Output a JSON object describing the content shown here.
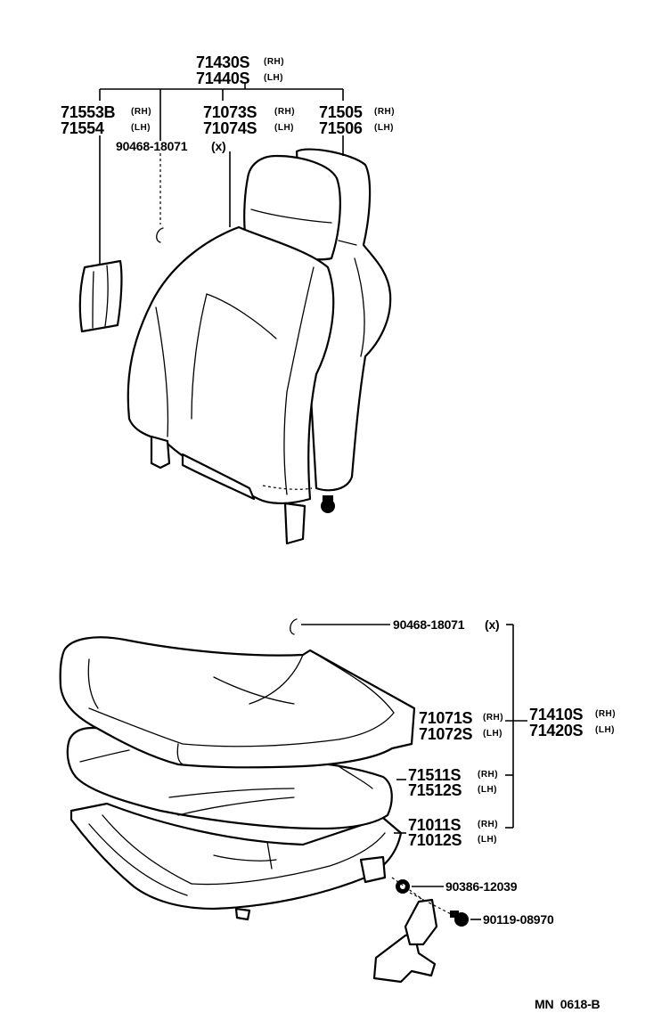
{
  "diagram_code": "MN  0618-B",
  "callouts": {
    "seat_back_assy": {
      "rh": "71430S",
      "rh_tag": "(RH)",
      "lh": "71440S",
      "lh_tag": "(LH)"
    },
    "back_board": {
      "rh": "71553B",
      "rh_tag": "(RH)",
      "lh": "71554",
      "lh_tag": "(LH)"
    },
    "back_cover": {
      "rh": "71073S",
      "rh_tag": "(RH)",
      "lh": "71074S",
      "lh_tag": "(LH)"
    },
    "back_pad": {
      "rh": "71505",
      "rh_tag": "(RH)",
      "lh": "71506",
      "lh_tag": "(LH)"
    },
    "back_hog_ring": {
      "part": "90468-18071",
      "tag": "(x)"
    },
    "cushion_hog_ring": {
      "part": "90468-18071",
      "tag": "(x)"
    },
    "cushion_cover": {
      "rh": "71071S",
      "rh_tag": "(RH)",
      "lh": "71072S",
      "lh_tag": "(LH)"
    },
    "cushion_assy": {
      "rh": "71410S",
      "rh_tag": "(RH)",
      "lh": "71420S",
      "lh_tag": "(LH)"
    },
    "cushion_pad": {
      "rh": "71511S",
      "rh_tag": "(RH)",
      "lh": "71512S",
      "lh_tag": "(LH)"
    },
    "cushion_frame": {
      "rh": "71011S",
      "rh_tag": "(RH)",
      "lh": "71012S",
      "lh_tag": "(LH)"
    },
    "nut": {
      "part": "90386-12039"
    },
    "bolt": {
      "part": "90119-08970"
    }
  }
}
